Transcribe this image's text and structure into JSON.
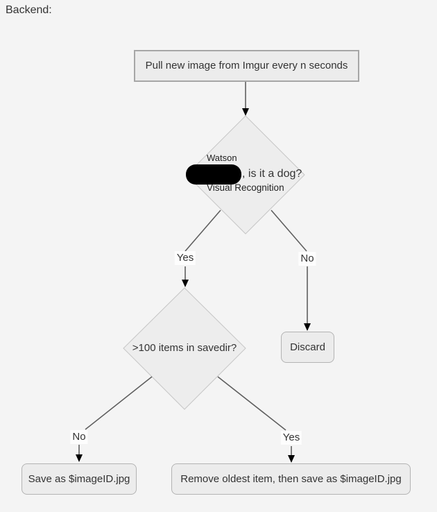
{
  "page": {
    "title": "Backend:"
  },
  "flowchart": {
    "nodes": {
      "pull": {
        "label": "Pull new image from Imgur every n seconds"
      },
      "watson": {
        "line1": "Watson",
        "redacted": "",
        "question_suffix": ", is it a dog?",
        "line3": "Visual Recognition"
      },
      "savedir": {
        "label": ">100 items in savedir?"
      },
      "discard": {
        "label": "Discard"
      },
      "save": {
        "label": "Save as $imageID.jpg"
      },
      "remove": {
        "label": "Remove oldest item, then save as $imageID.jpg"
      }
    },
    "edge_labels": {
      "watson_yes": "Yes",
      "watson_no": "No",
      "savedir_no": "No",
      "savedir_yes": "Yes"
    },
    "colors": {
      "background": "#f4f4f4",
      "node_fill": "#ececec",
      "node_border": "#a6a6a6",
      "diamond_fill": "#ededed",
      "diamond_border": "#c6c6c6",
      "connector": "#5f5f5f",
      "arrowhead": "#000000",
      "text": "#333333",
      "redaction": "#000000"
    }
  }
}
